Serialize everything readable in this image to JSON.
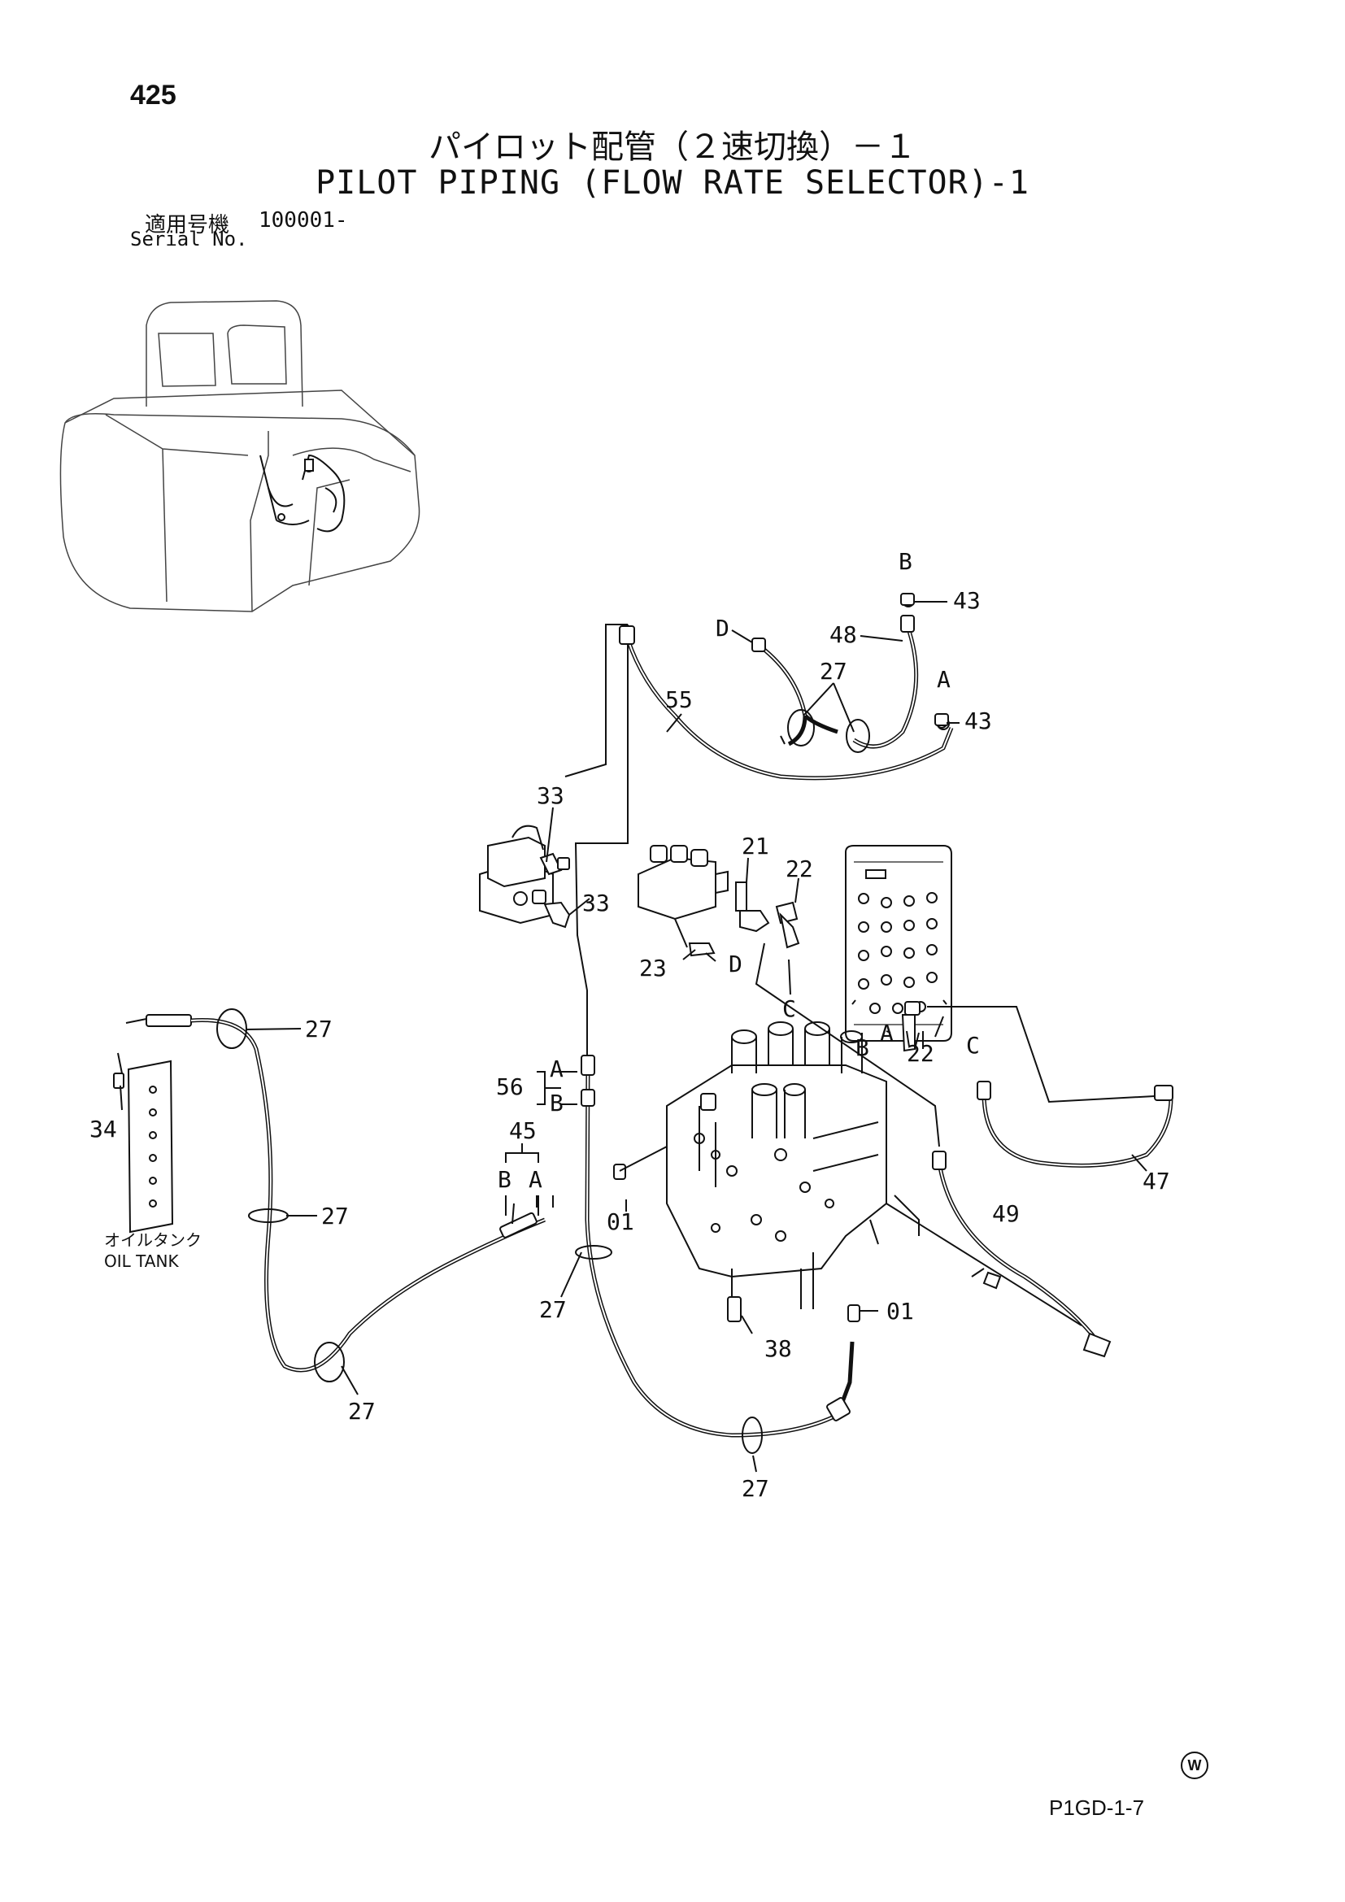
{
  "page": {
    "number": "425",
    "title_jp": "パイロット配管（２速切換）－１",
    "title_en": "PILOT PIPING (FLOW RATE SELECTOR)-1",
    "serial_label_jp": "適用号機",
    "serial_value": "100001-",
    "serial_label_en": "Serial No.",
    "page_code": "P1GD-1-7",
    "mark": "W"
  },
  "callouts": {
    "c27a": "27",
    "c27b": "27",
    "c27c": "27",
    "c27d": "27",
    "c27e": "27",
    "c27f": "27",
    "c33a": "33",
    "c33b": "33",
    "c21": "21",
    "c22a": "22",
    "c22b": "22",
    "c23": "23",
    "c43a": "43",
    "c43b": "43",
    "c48": "48",
    "c55": "55",
    "c56": "56",
    "c45": "45",
    "c34": "34",
    "c01a": "01",
    "c01b": "01",
    "c38": "38",
    "c47": "47",
    "c49": "49"
  },
  "letters": {
    "lB1": "B",
    "lA1": "A",
    "lD1": "D",
    "lD2": "D",
    "lC1": "C",
    "lC2": "C",
    "lB2": "B",
    "lA2": "A",
    "lA3": "A",
    "lB3": "B",
    "lB4": "B",
    "lA4": "A"
  },
  "labels": {
    "oil_tank_jp": "オイルタンク",
    "oil_tank_en": "OIL TANK"
  }
}
